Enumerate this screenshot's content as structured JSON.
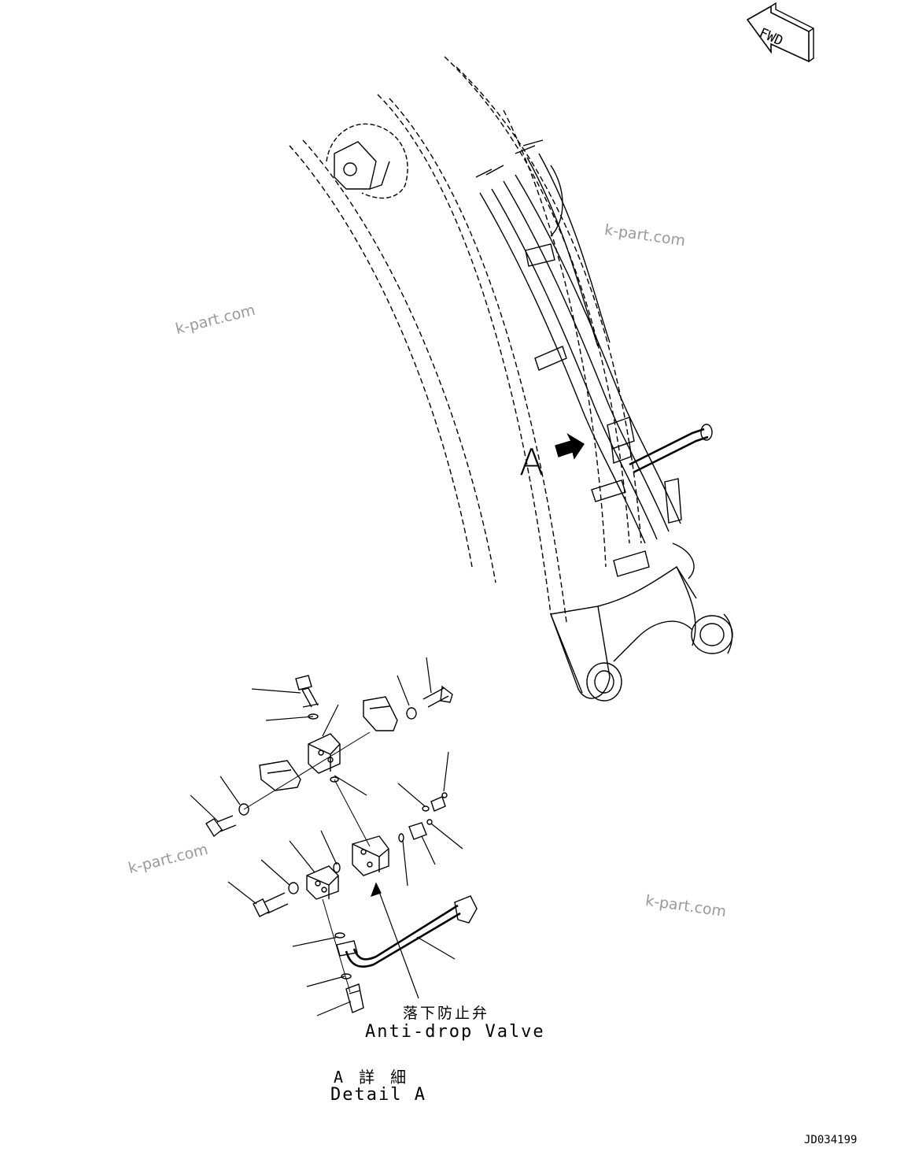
{
  "fwd_label": "FWD",
  "view_label": "A",
  "callout": {
    "japanese": "落下防止弁",
    "english": "Anti-drop Valve"
  },
  "detail": {
    "japanese": "A 詳 細",
    "english": "Detail A"
  },
  "drawing_number": "JD034199",
  "watermarks": [
    "k-part.com",
    "k-part.com",
    "k-part.com",
    "k-part.com"
  ],
  "colors": {
    "line": "#000000",
    "watermark": "#9a9a9a",
    "background": "#ffffff"
  }
}
